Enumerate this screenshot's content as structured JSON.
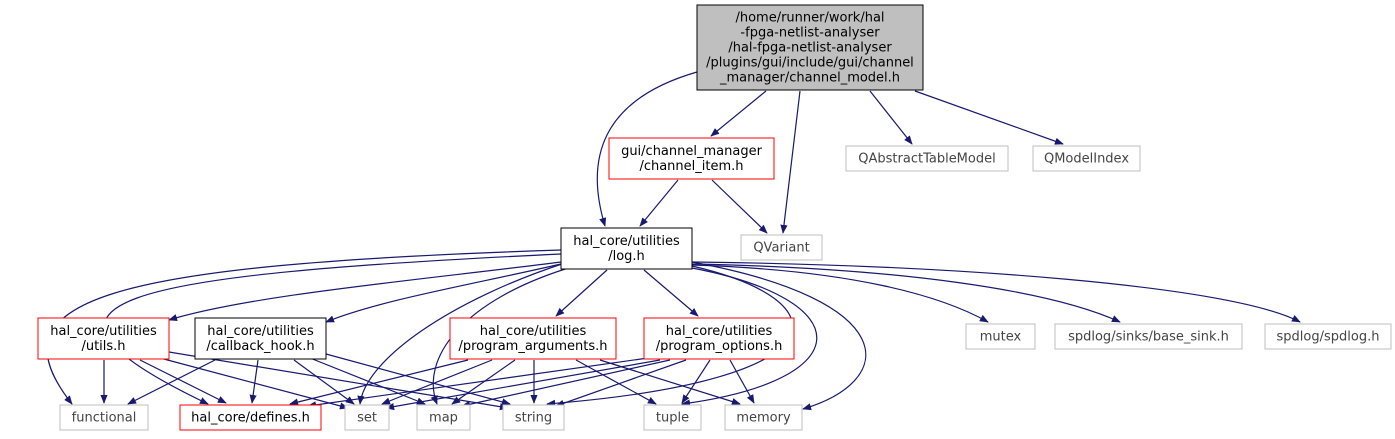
{
  "colors": {
    "edge": "#191970",
    "root_fill": "#bfbfbf",
    "root_border": "#000000",
    "documented_border": "#000000",
    "incomplete_border": "#ff0000",
    "external_border": "#bfbfbf",
    "external_text": "#444444",
    "text": "#000000"
  },
  "nodes": [
    {
      "id": "root",
      "kind": "root",
      "lines": [
        "/home/runner/work/hal",
        "-fpga-netlist-analyser",
        "/hal-fpga-netlist-analyser",
        "/plugins/gui/include/gui/channel",
        "_manager/channel_model.h"
      ]
    },
    {
      "id": "channel_item",
      "kind": "incomplete",
      "lines": [
        "gui/channel_manager",
        "/channel_item.h"
      ]
    },
    {
      "id": "qabstracttablemodel",
      "kind": "external",
      "lines": [
        "QAbstractTableModel"
      ]
    },
    {
      "id": "qmodelindex",
      "kind": "external",
      "lines": [
        "QModelIndex"
      ]
    },
    {
      "id": "log",
      "kind": "documented",
      "lines": [
        "hal_core/utilities",
        "/log.h"
      ]
    },
    {
      "id": "qvariant",
      "kind": "external",
      "lines": [
        "QVariant"
      ]
    },
    {
      "id": "utils",
      "kind": "incomplete",
      "lines": [
        "hal_core/utilities",
        "/utils.h"
      ]
    },
    {
      "id": "callback_hook",
      "kind": "documented",
      "lines": [
        "hal_core/utilities",
        "/callback_hook.h"
      ]
    },
    {
      "id": "program_arguments",
      "kind": "incomplete",
      "lines": [
        "hal_core/utilities",
        "/program_arguments.h"
      ]
    },
    {
      "id": "program_options",
      "kind": "incomplete",
      "lines": [
        "hal_core/utilities",
        "/program_options.h"
      ]
    },
    {
      "id": "mutex",
      "kind": "external",
      "lines": [
        "mutex"
      ]
    },
    {
      "id": "base_sink",
      "kind": "external",
      "lines": [
        "spdlog/sinks/base_sink.h"
      ]
    },
    {
      "id": "spdlog",
      "kind": "external",
      "lines": [
        "spdlog/spdlog.h"
      ]
    },
    {
      "id": "functional",
      "kind": "external",
      "lines": [
        "functional"
      ]
    },
    {
      "id": "defines",
      "kind": "incomplete",
      "lines": [
        "hal_core/defines.h"
      ]
    },
    {
      "id": "set",
      "kind": "external",
      "lines": [
        "set"
      ]
    },
    {
      "id": "map",
      "kind": "external",
      "lines": [
        "map"
      ]
    },
    {
      "id": "string",
      "kind": "external",
      "lines": [
        "string"
      ]
    },
    {
      "id": "tuple",
      "kind": "external",
      "lines": [
        "tuple"
      ]
    },
    {
      "id": "memory",
      "kind": "external",
      "lines": [
        "memory"
      ]
    }
  ],
  "edges": [
    {
      "from": "root",
      "to": "log"
    },
    {
      "from": "root",
      "to": "channel_item"
    },
    {
      "from": "root",
      "to": "qvariant"
    },
    {
      "from": "root",
      "to": "qabstracttablemodel"
    },
    {
      "from": "root",
      "to": "qmodelindex"
    },
    {
      "from": "channel_item",
      "to": "log"
    },
    {
      "from": "channel_item",
      "to": "qvariant"
    },
    {
      "from": "log",
      "to": "utils"
    },
    {
      "from": "log",
      "to": "callback_hook"
    },
    {
      "from": "log",
      "to": "program_arguments"
    },
    {
      "from": "log",
      "to": "program_options"
    },
    {
      "from": "log",
      "to": "mutex"
    },
    {
      "from": "log",
      "to": "base_sink"
    },
    {
      "from": "log",
      "to": "spdlog"
    },
    {
      "from": "log",
      "to": "functional"
    },
    {
      "from": "log",
      "to": "defines"
    },
    {
      "from": "log",
      "to": "set"
    },
    {
      "from": "log",
      "to": "map"
    },
    {
      "from": "log",
      "to": "string"
    },
    {
      "from": "log",
      "to": "tuple"
    },
    {
      "from": "log",
      "to": "memory"
    },
    {
      "from": "utils",
      "to": "functional"
    },
    {
      "from": "utils",
      "to": "defines"
    },
    {
      "from": "utils",
      "to": "set"
    },
    {
      "from": "utils",
      "to": "string"
    },
    {
      "from": "callback_hook",
      "to": "functional"
    },
    {
      "from": "callback_hook",
      "to": "defines"
    },
    {
      "from": "callback_hook",
      "to": "set"
    },
    {
      "from": "callback_hook",
      "to": "map"
    },
    {
      "from": "callback_hook",
      "to": "string"
    },
    {
      "from": "program_arguments",
      "to": "defines"
    },
    {
      "from": "program_arguments",
      "to": "set"
    },
    {
      "from": "program_arguments",
      "to": "map"
    },
    {
      "from": "program_arguments",
      "to": "string"
    },
    {
      "from": "program_arguments",
      "to": "tuple"
    },
    {
      "from": "program_arguments",
      "to": "memory"
    },
    {
      "from": "program_options",
      "to": "defines"
    },
    {
      "from": "program_options",
      "to": "set"
    },
    {
      "from": "program_options",
      "to": "map"
    },
    {
      "from": "program_options",
      "to": "string"
    },
    {
      "from": "program_options",
      "to": "tuple"
    },
    {
      "from": "program_options",
      "to": "memory"
    }
  ]
}
